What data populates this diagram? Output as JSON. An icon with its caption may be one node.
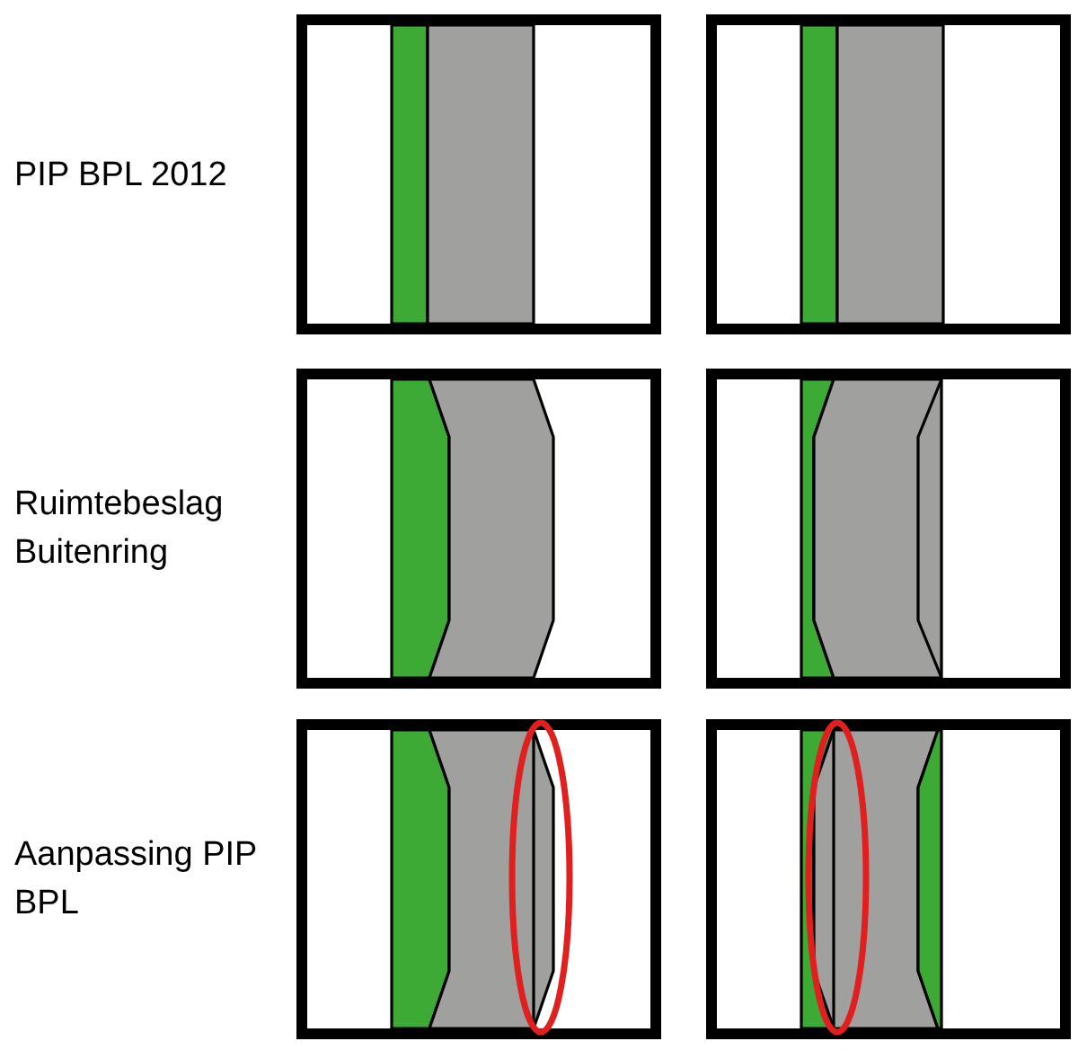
{
  "diagram": {
    "labels": [
      "PIP BPL 2012",
      "Ruimtebeslag Buitenring",
      "Aanpassing PIP BPL"
    ]
  }
}
